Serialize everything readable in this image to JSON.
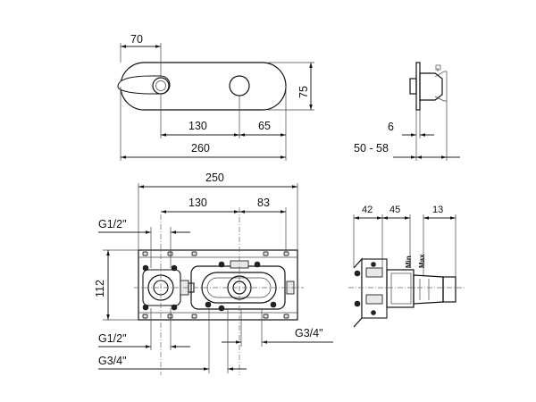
{
  "dimensions": {
    "front_top": {
      "w70": "70",
      "h75": "75",
      "w130": "130",
      "w65": "65",
      "w260": "260"
    },
    "side_top": {
      "d6": "6",
      "d50_58": "50 - 58"
    },
    "front_bottom": {
      "w250": "250",
      "w130": "130",
      "w83": "83",
      "h112": "112",
      "g12_top": "G1/2\"",
      "g12_bottom": "G1/2\"",
      "g34_left": "G3/4\"",
      "g34_right": "G3/4\""
    },
    "side_bottom": {
      "d42": "42",
      "d45": "45",
      "d13": "13",
      "min": "Min",
      "max": "Max"
    }
  }
}
